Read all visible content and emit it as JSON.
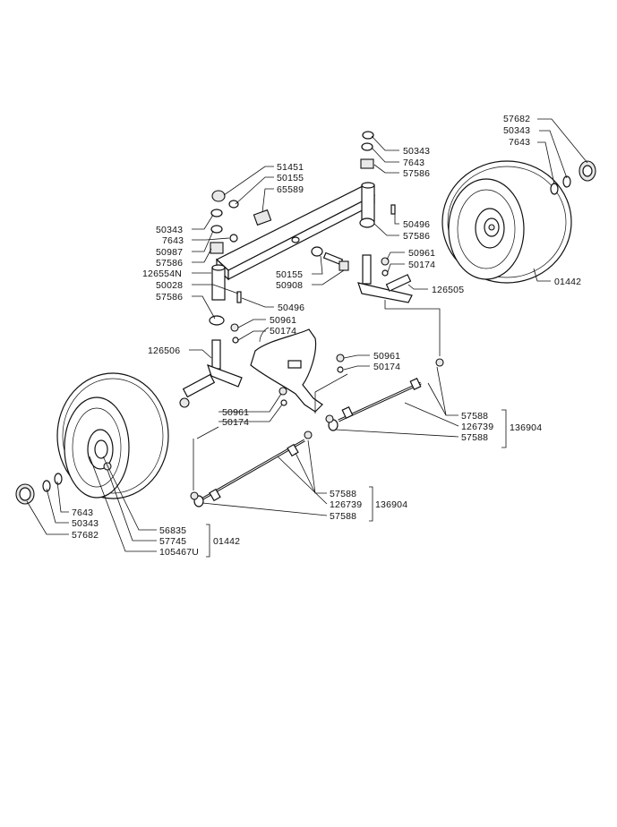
{
  "callouts": {
    "r57682": "57682",
    "r50343": "50343",
    "r7643": "7643",
    "t50343": "50343",
    "t7643": "7643",
    "t57586": "57586",
    "t51451": "51451",
    "t50155": "50155",
    "t65589": "65589",
    "l50343": "50343",
    "l7643": "7643",
    "l50987": "50987",
    "l57586": "57586",
    "l126554N": "126554N",
    "l50028": "50028",
    "l57586b": "57586",
    "m50496": "50496",
    "m57586": "57586",
    "c50961": "50961",
    "c50174": "50174",
    "c126505": "126505",
    "w01442": "01442",
    "b50155": "50155",
    "b50908": "50908",
    "b50496": "50496",
    "p50961": "50961",
    "p50174": "50174",
    "p126506": "126506",
    "s50961": "50961",
    "s50174": "50174",
    "h50961": "50961",
    "h50174": "50174",
    "ra57588": "57588",
    "ra126739": "126739",
    "rb57588": "57588",
    "r136904": "136904",
    "la57588": "57588",
    "la126739": "126739",
    "lb57588": "57588",
    "l136904": "136904",
    "lw7643": "7643",
    "lw50343": "50343",
    "lw57682": "57682",
    "lw56835": "56835",
    "lw57745": "57745",
    "lw105467U": "105467U",
    "lw01442": "01442"
  }
}
